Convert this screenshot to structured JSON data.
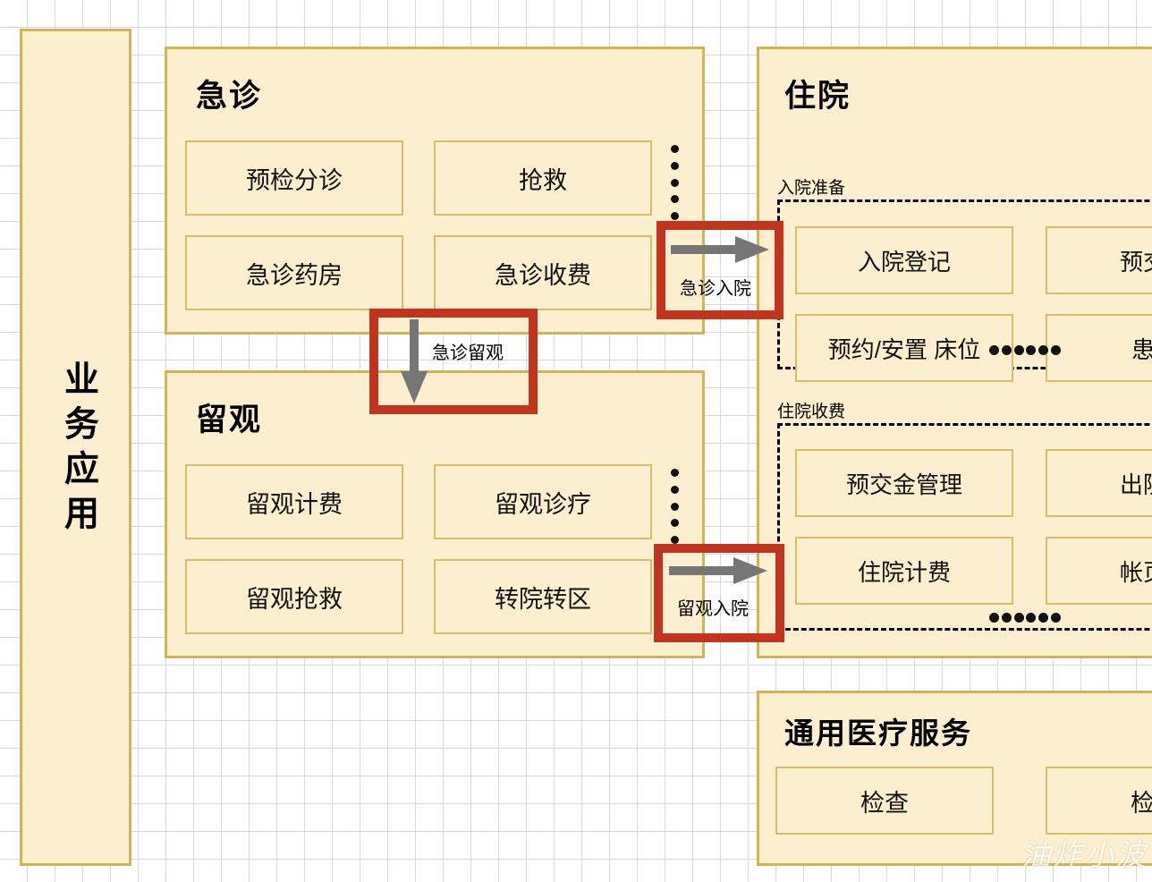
{
  "sidebar": {
    "label": "业务应用"
  },
  "emergency": {
    "title": "急诊",
    "items": [
      "预检分诊",
      "抢救",
      "急诊药房",
      "急诊收费"
    ],
    "ellipsis": "⋮"
  },
  "observation": {
    "title": "留观",
    "items": [
      "留观计费",
      "留观诊疗",
      "留观抢救",
      "转院转区"
    ],
    "ellipsis": "⋮"
  },
  "inpatient": {
    "title": "住院",
    "groups": [
      {
        "caption": "入院准备",
        "items": [
          "入院登记",
          "预交金",
          "预约/安置 床位",
          "患者"
        ],
        "ellipsis": "······"
      },
      {
        "caption": "住院收费",
        "items": [
          "预交金管理",
          "出院结",
          "住院计费",
          "帐页管"
        ],
        "ellipsis": "······"
      }
    ]
  },
  "general_services": {
    "title": "通用医疗服务",
    "items": [
      "检查",
      "检验"
    ]
  },
  "callouts": [
    {
      "name": "emergency-admission",
      "label": "急诊入院",
      "direction": "right"
    },
    {
      "name": "observation-admission",
      "label": "留观入院",
      "direction": "right"
    },
    {
      "name": "emergency-to-observation",
      "label": "急诊留观",
      "direction": "down"
    }
  ],
  "watermark": "油炸小波",
  "colors": {
    "panel_fill": "#fcefd0",
    "panel_border": "#d2b357",
    "leaf_border": "#d8bc6a",
    "callout_red": "#c2341d",
    "arrow_gray": "#767676",
    "grid_line": "#d8d8d8",
    "text": "#111111"
  }
}
